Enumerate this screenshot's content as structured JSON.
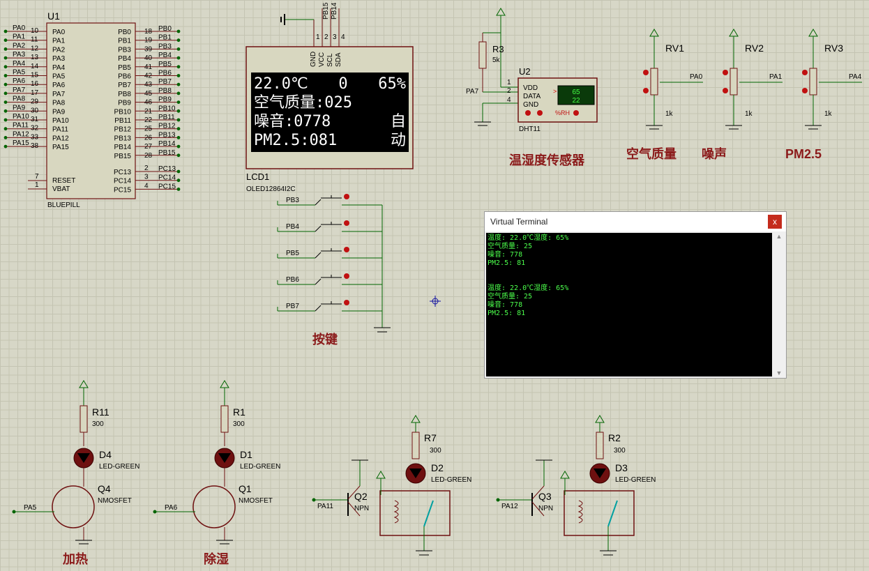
{
  "mcu": {
    "ref": "U1",
    "part": "BLUEPILL",
    "left_pins": [
      {
        "num": "10",
        "name": "PA0",
        "net": "PA0"
      },
      {
        "num": "11",
        "name": "PA1",
        "net": "PA1"
      },
      {
        "num": "12",
        "name": "PA2",
        "net": "PA2"
      },
      {
        "num": "13",
        "name": "PA3",
        "net": "PA3"
      },
      {
        "num": "14",
        "name": "PA4",
        "net": "PA4"
      },
      {
        "num": "15",
        "name": "PA5",
        "net": "PA5"
      },
      {
        "num": "16",
        "name": "PA6",
        "net": "PA6"
      },
      {
        "num": "17",
        "name": "PA7",
        "net": "PA7"
      },
      {
        "num": "29",
        "name": "PA8",
        "net": "PA8"
      },
      {
        "num": "30",
        "name": "PA9",
        "net": "PA9"
      },
      {
        "num": "31",
        "name": "PA10",
        "net": "PA10"
      },
      {
        "num": "32",
        "name": "PA11",
        "net": "PA11"
      },
      {
        "num": "33",
        "name": "PA12",
        "net": "PA12"
      },
      {
        "num": "38",
        "name": "PA15",
        "net": "PA15"
      }
    ],
    "right_pins": [
      {
        "num": "18",
        "name": "PB0",
        "net": "PB0"
      },
      {
        "num": "19",
        "name": "PB1",
        "net": "PB1"
      },
      {
        "num": "39",
        "name": "PB3",
        "net": "PB3"
      },
      {
        "num": "40",
        "name": "PB4",
        "net": "PB4"
      },
      {
        "num": "41",
        "name": "PB5",
        "net": "PB5"
      },
      {
        "num": "42",
        "name": "PB6",
        "net": "PB6"
      },
      {
        "num": "43",
        "name": "PB7",
        "net": "PB7"
      },
      {
        "num": "45",
        "name": "PB8",
        "net": "PB8"
      },
      {
        "num": "46",
        "name": "PB9",
        "net": "PB9"
      },
      {
        "num": "21",
        "name": "PB10",
        "net": "PB10"
      },
      {
        "num": "22",
        "name": "PB11",
        "net": "PB11"
      },
      {
        "num": "25",
        "name": "PB12",
        "net": "PB12"
      },
      {
        "num": "26",
        "name": "PB13",
        "net": "PB13"
      },
      {
        "num": "27",
        "name": "PB14",
        "net": "PB14"
      },
      {
        "num": "28",
        "name": "PB15",
        "net": "PB15"
      }
    ],
    "pc_pins": [
      {
        "num": "2",
        "name": "PC13",
        "net": "PC13"
      },
      {
        "num": "3",
        "name": "PC14",
        "net": "PC14"
      },
      {
        "num": "4",
        "name": "PC15",
        "net": "PC15"
      }
    ],
    "reset": {
      "num": "7",
      "name": "RESET"
    },
    "vbat": {
      "num": "1",
      "name": "VBAT"
    }
  },
  "lcd": {
    "ref": "LCD1",
    "part": "OLED12864I2C",
    "pins": [
      "GND",
      "VCC",
      "SCL",
      "SDA"
    ],
    "pin_nums": [
      "1",
      "2",
      "3",
      "4"
    ],
    "nets": [
      "PB15",
      "PB14"
    ],
    "rows": [
      [
        "22.0℃",
        "0",
        "65%"
      ],
      [
        "空气质量:025"
      ],
      [
        "噪音:0778",
        "自"
      ],
      [
        "PM2.5:081",
        "动"
      ]
    ]
  },
  "dht": {
    "ref": "U2",
    "part": "DHT11",
    "pins": [
      "VDD",
      "DATA",
      "GND"
    ],
    "pin_nums": [
      "1",
      "2",
      "4"
    ],
    "display": [
      "65",
      "22"
    ],
    "unit": "%RH",
    "net": "PA7",
    "r_ref": "R3",
    "r_val": "5k",
    "caption": "温湿度传感器"
  },
  "pots": [
    {
      "ref": "RV1",
      "val": "1k",
      "net": "PA0",
      "caption": "空气质量"
    },
    {
      "ref": "RV2",
      "val": "1k",
      "net": "PA1",
      "caption": "噪声"
    },
    {
      "ref": "RV3",
      "val": "1k",
      "net": "PA4",
      "caption": "PM2.5"
    }
  ],
  "buttons": {
    "nets": [
      "PB3",
      "PB4",
      "PB5",
      "PB6",
      "PB7"
    ],
    "caption": "按键"
  },
  "terminal": {
    "title": "Virtual Terminal",
    "close": "x",
    "block": [
      "温度: 22.0℃湿度: 65%",
      "空气质量: 25",
      "噪音: 778",
      "PM2.5: 81"
    ]
  },
  "outputs": [
    {
      "r": "R11",
      "rv": "300",
      "d": "D4",
      "dp": "LED-GREEN",
      "q": "Q4",
      "qp": "NMOSFET",
      "net": "PA5",
      "caption": "加热"
    },
    {
      "r": "R1",
      "rv": "300",
      "d": "D1",
      "dp": "LED-GREEN",
      "q": "Q1",
      "qp": "NMOSFET",
      "net": "PA6",
      "caption": "除湿"
    }
  ],
  "relays": [
    {
      "r": "R7",
      "rv": "300",
      "d": "D2",
      "dp": "LED-GREEN",
      "q": "Q2",
      "qp": "NPN",
      "net": "PA11"
    },
    {
      "r": "R2",
      "rv": "300",
      "d": "D3",
      "dp": "LED-GREEN",
      "q": "Q3",
      "qp": "NPN",
      "net": "PA12"
    }
  ]
}
